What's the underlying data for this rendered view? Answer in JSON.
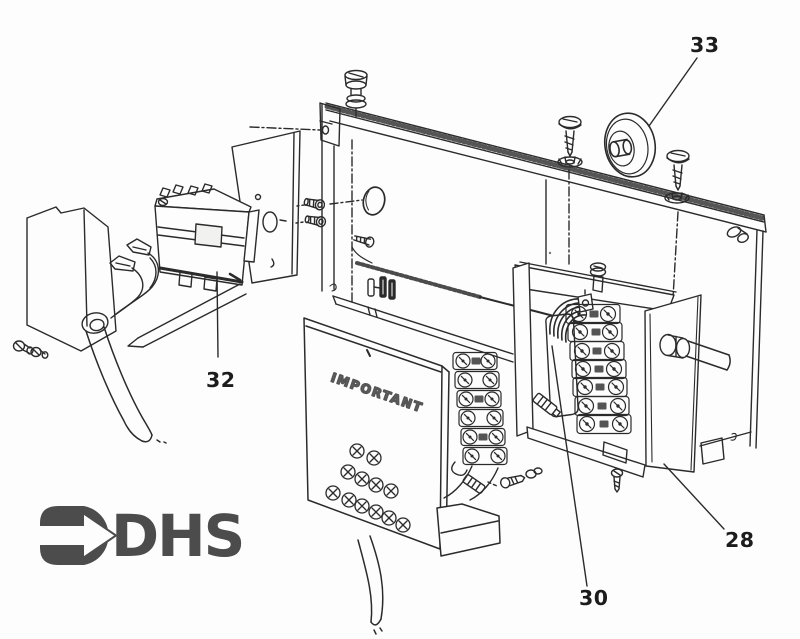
{
  "diagram": {
    "labels": {
      "p33": "33",
      "p32": "32",
      "p28": "28",
      "p30": "30"
    },
    "panel_text": "IMPORTANT",
    "logo": {
      "text": "DHS",
      "icon": "arrow-right-icon"
    }
  },
  "colors": {
    "ink": "#2b2b2b",
    "background": "#fdfdfd",
    "label_ink": "#1c1c1c",
    "logo_ink": "#3f3f3f"
  }
}
